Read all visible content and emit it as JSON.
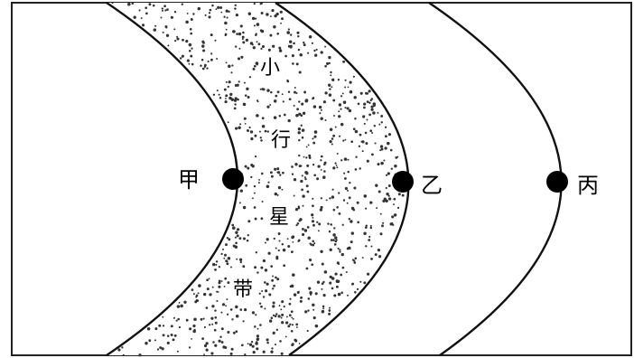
{
  "planet_labels": {
    "jia": "甲",
    "yi": "乙",
    "bing": "丙"
  },
  "belt_label_chars": [
    "小",
    "行",
    "星",
    "带"
  ],
  "colors": {
    "line": "#111111",
    "planet": "#000000",
    "speckle": "#333333",
    "background": "#ffffff"
  }
}
